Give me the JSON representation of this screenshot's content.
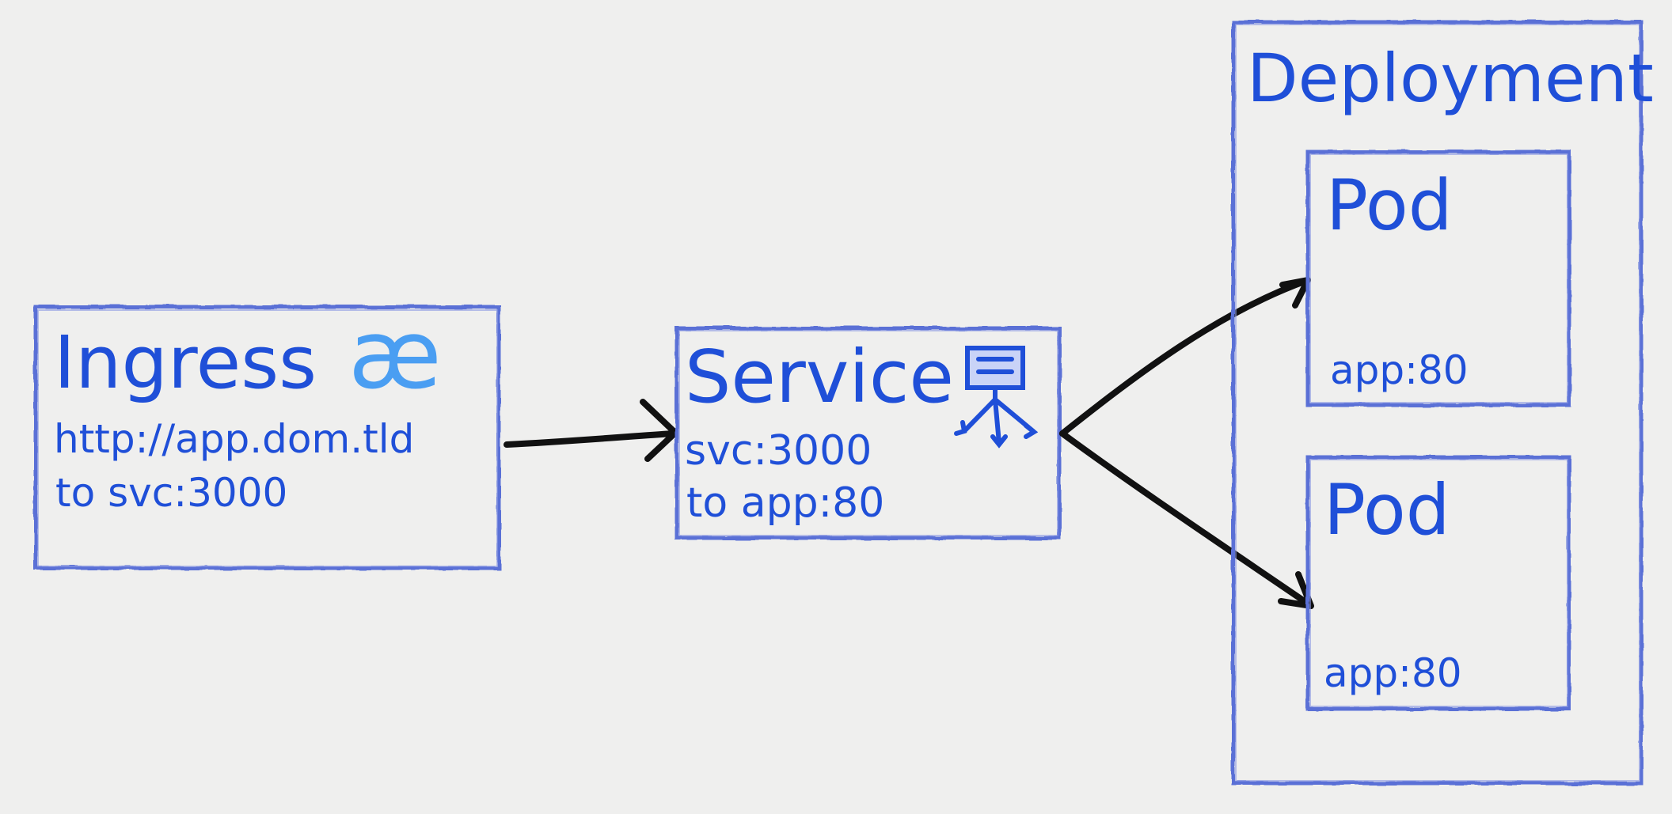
{
  "colors": {
    "ink_blue": "#1f4fd8",
    "box_stroke": "#5a6fd6",
    "ingress_logo": "#4a9ef2",
    "arrow": "#111111",
    "paper": "#efefee"
  },
  "ingress": {
    "title": "Ingress",
    "logo_text": "æ",
    "line1": "http://app.dom.tld",
    "line2": "to svc:3000"
  },
  "service": {
    "title": "Service",
    "icon": "service-network-icon",
    "line1": "svc:3000",
    "line2": "to app:80"
  },
  "deployment": {
    "title": "Deployment",
    "pods": [
      {
        "title": "Pod",
        "port": "app:80"
      },
      {
        "title": "Pod",
        "port": "app:80"
      }
    ]
  }
}
